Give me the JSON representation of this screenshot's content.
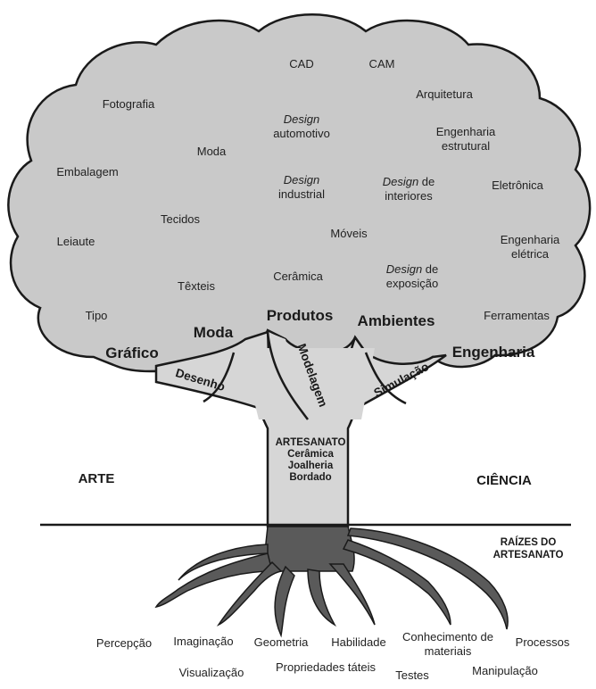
{
  "canopy": {
    "items": [
      {
        "text": "CAD"
      },
      {
        "text": "CAM"
      },
      {
        "text": "Arquitetura"
      },
      {
        "text": "Fotografia"
      },
      {
        "em": "Design",
        "text": "automotivo"
      },
      {
        "text": "Engenharia estrutural"
      },
      {
        "text": "Moda"
      },
      {
        "text": "Embalagem"
      },
      {
        "em": "Design",
        "text": "industrial"
      },
      {
        "em": "Design",
        "tail": " de",
        "text": "interiores"
      },
      {
        "text": "Eletrônica"
      },
      {
        "text": "Tecidos"
      },
      {
        "text": "Móveis"
      },
      {
        "text": "Leiaute"
      },
      {
        "text": "Engenharia elétrica"
      },
      {
        "text": "Cerâmica"
      },
      {
        "em": "Design",
        "tail": " de",
        "text": "exposição"
      },
      {
        "text": "Têxteis"
      },
      {
        "text": "Tipo"
      },
      {
        "text": "Ferramentas"
      }
    ],
    "categories": [
      "Gráfico",
      "Moda",
      "Produtos",
      "Ambientes",
      "Engenharia"
    ]
  },
  "branches": [
    "Desenho",
    "Modelagem",
    "Simulação"
  ],
  "trunk": {
    "title": "ARTESANATO",
    "items": [
      "Cerâmica",
      "Joalheria",
      "Bordado"
    ]
  },
  "sides": {
    "left": "ARTE",
    "right": "CIÊNCIA"
  },
  "roots": {
    "label_line1": "RAÍZES DO",
    "label_line2": "ARTESANATO",
    "items": [
      "Percepção",
      "Imaginação",
      "Geometria",
      "Habilidade",
      "Conhecimento de materiais",
      "Processos",
      "Visualização",
      "Propriedades táteis",
      "Testes",
      "Manipulação"
    ]
  },
  "colors": {
    "canopy": "#c9c9c9",
    "trunk": "#d6d6d6",
    "roots": "#5a5a5a",
    "outline": "#1a1a1a"
  }
}
